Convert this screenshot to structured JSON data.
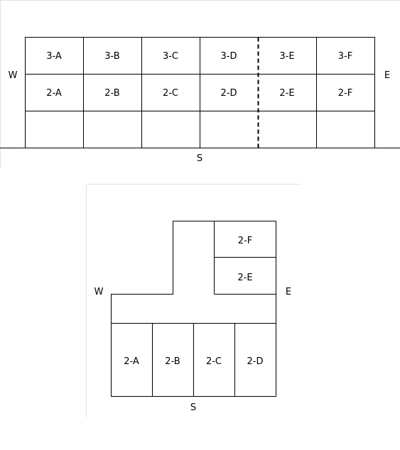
{
  "elevation": {
    "directions": {
      "west": "W",
      "east": "E",
      "south": "S"
    },
    "rows": [
      [
        "3-A",
        "3-B",
        "3-C",
        "3-D",
        "3-E",
        "3-F"
      ],
      [
        "2-A",
        "2-B",
        "2-C",
        "2-D",
        "2-E",
        "2-F"
      ],
      [
        "",
        "",
        "",
        "",
        "",
        ""
      ]
    ]
  },
  "plan": {
    "directions": {
      "west": "W",
      "east": "E",
      "south": "S"
    },
    "north_units": [
      "2-F",
      "2-E"
    ],
    "south_units": [
      "2-A",
      "2-B",
      "2-C",
      "2-D"
    ]
  }
}
